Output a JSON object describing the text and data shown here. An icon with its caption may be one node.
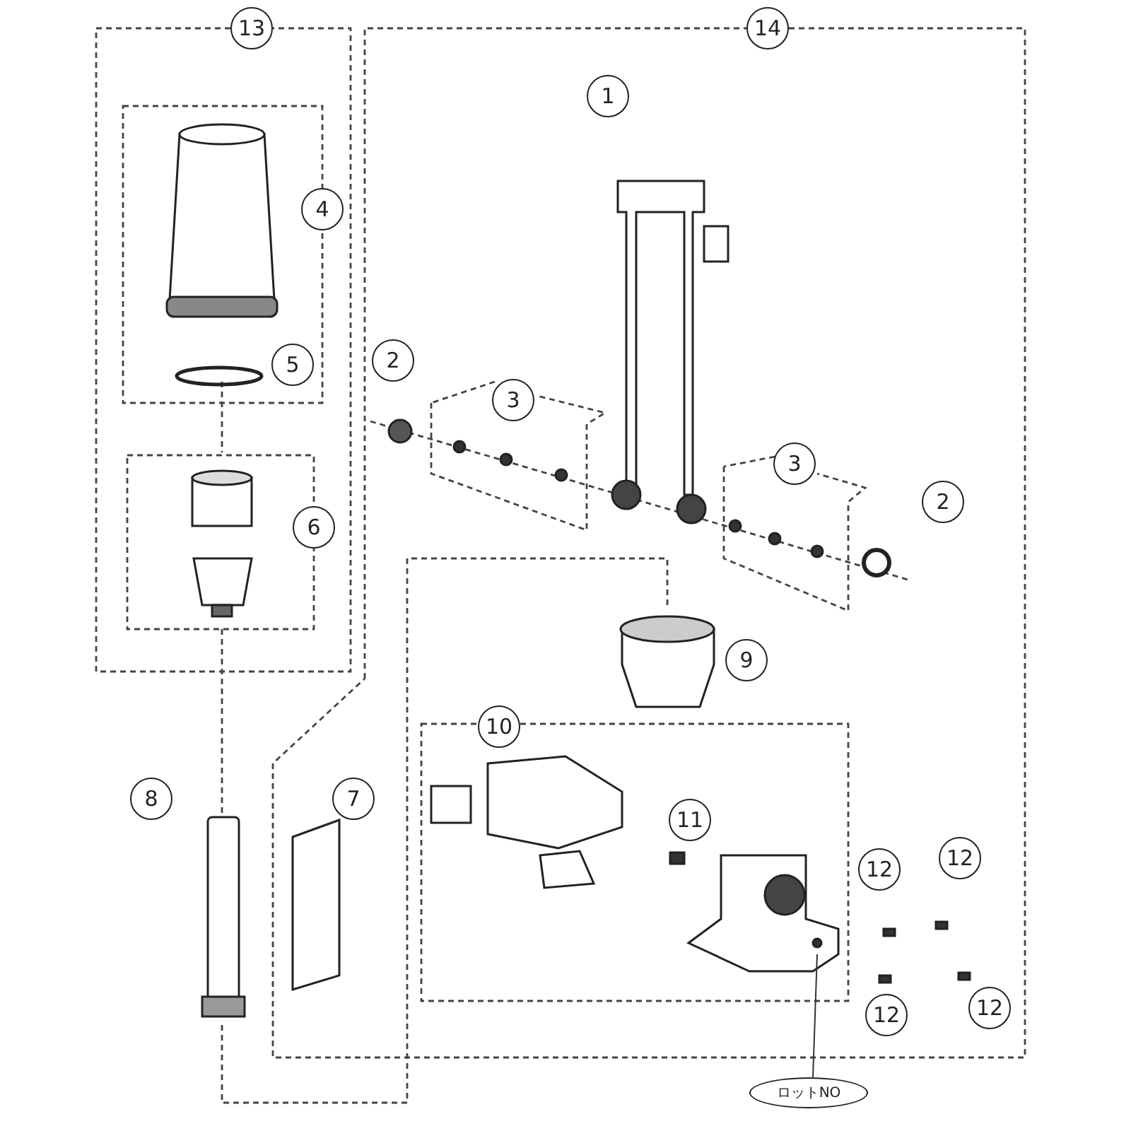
{
  "diagram": {
    "nodes": [
      {
        "text": [
          "ロットNO"
        ]
      },
      {
        "text": [],
        "shape": "picture"
      }
    ],
    "edges": [
      {
        "from": 0,
        "to": 1,
        "arrow": "none"
      }
    ],
    "labels": [
      "13",
      "14",
      "1",
      "4",
      "2",
      "5",
      "3",
      "3",
      "2",
      "6",
      "9",
      "10",
      "8",
      "7",
      "11",
      "12",
      "12",
      "12",
      "12"
    ]
  }
}
